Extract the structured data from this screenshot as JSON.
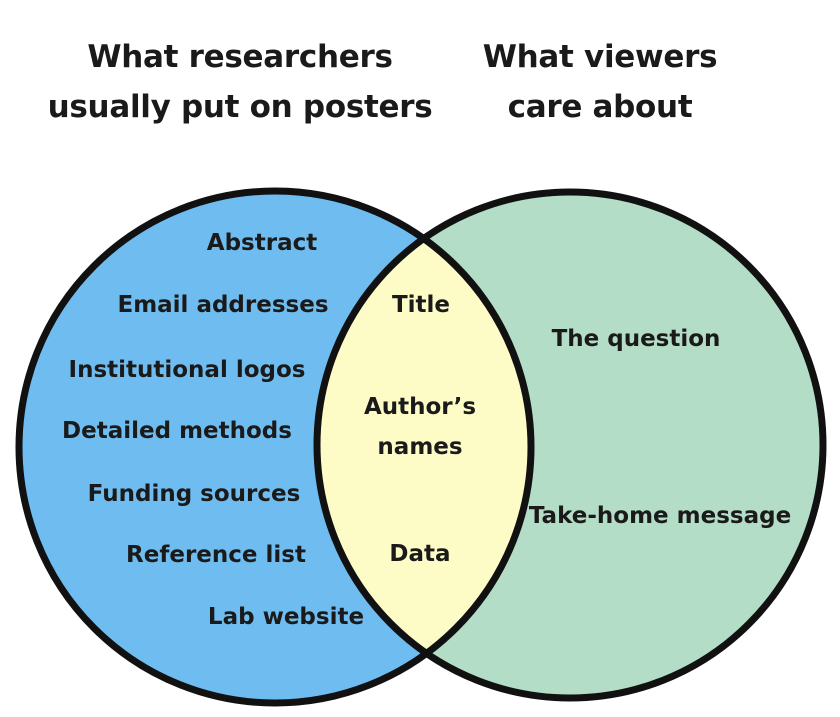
{
  "headings": {
    "left": [
      "What researchers",
      "usually put on posters"
    ],
    "right": [
      "What viewers",
      "care about"
    ]
  },
  "left_only": [
    "Abstract",
    "Email addresses",
    "Institutional logos",
    "Detailed methods",
    "Funding sources",
    "Reference list",
    "Lab website"
  ],
  "overlap": {
    "title": "Title",
    "authors": [
      "Author’s",
      "names"
    ],
    "data": "Data"
  },
  "right_only": [
    "The question",
    "Take-home message"
  ],
  "colors": {
    "left_circle": "#6fbdf0",
    "right_circle": "#b3ddc6",
    "overlap": "#fdfbc6",
    "outline": "#111111"
  }
}
